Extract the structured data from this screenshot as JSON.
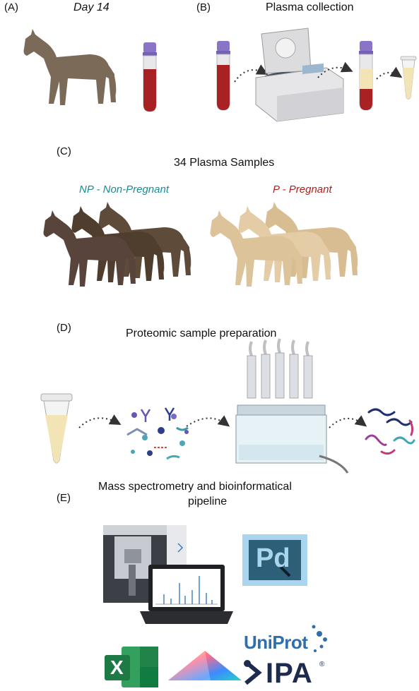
{
  "panel_a": {
    "label": "(A)",
    "title": "Day 14"
  },
  "panel_b": {
    "label": "(B)",
    "title": "Plasma collection"
  },
  "panel_c": {
    "label": "(C)",
    "title": "34 Plasma Samples",
    "group_np": "NP - Non-Pregnant",
    "group_p": "P - Pregnant"
  },
  "panel_d": {
    "label": "(D)",
    "title": "Proteomic sample preparation"
  },
  "panel_e": {
    "label": "(E)",
    "title_line1": "Mass spectrometry and bioinformatical",
    "title_line2": "pipeline"
  },
  "logos": {
    "pd": "Pd",
    "excel": "X",
    "uniprot": "UniProt",
    "ipa": "IPA",
    "ipa_mark": "®"
  },
  "colors": {
    "np_text": "#1a8a96",
    "p_text": "#b0201c",
    "dark_horse": "#5a4534",
    "light_horse": "#dcc39a",
    "blood": "#a82223",
    "plasma": "#f3e4b5",
    "tube_cap": "#8a74c8",
    "pd_bg": "#2e5f79",
    "pd_frame": "#a9d6ee",
    "excel_green": "#1e7a45",
    "uniprot_blue": "#2f6fab",
    "ipa_navy": "#1d2b4f"
  }
}
